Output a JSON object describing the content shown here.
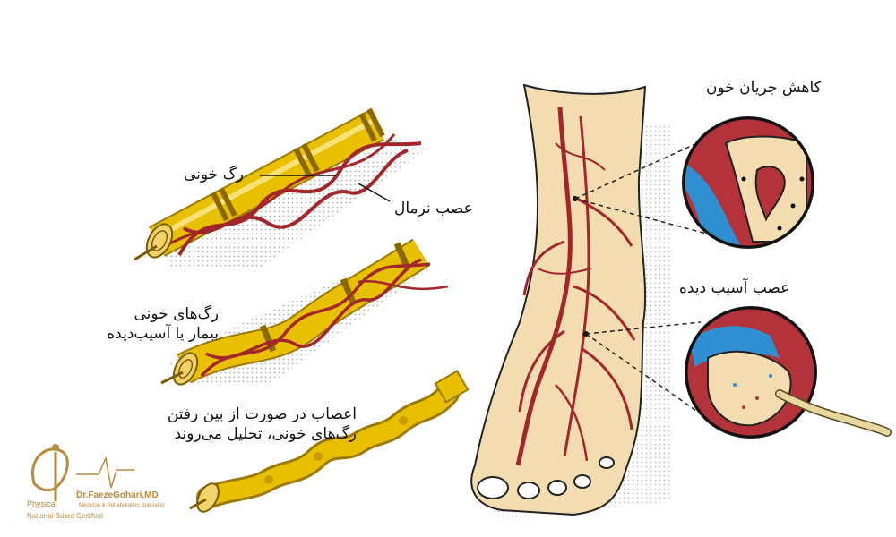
{
  "labels": {
    "blood_vessel": "رگ خونی",
    "normal_nerve": "عصب نرمال",
    "diseased_vessels_line1": "رگ‌های خونی",
    "diseased_vessels_line2": "بیمار یا آسیب‌دیده",
    "nerve_degeneration_line1": "اعصاب در صورت از بین رفتن",
    "nerve_degeneration_line2": "رگ‌های خونی، تحلیل می‌روند",
    "reduced_blood_flow": "کاهش جریان خون",
    "damaged_nerve": "عصب آسیب دیده"
  },
  "logo": {
    "name": "Dr.FaezeGohari,MD",
    "specialty": "Medicine & Rehabilitation Specialist",
    "prefix": "Physical",
    "certification": "National Board Certified"
  },
  "colors": {
    "nerve_yellow": "#e8c000",
    "nerve_dark": "#b58a00",
    "vessel_red": "#a3262a",
    "skin": "#f3dcb0",
    "vein_blue": "#2f8fd0",
    "logo_gold": "#b98b3e"
  }
}
